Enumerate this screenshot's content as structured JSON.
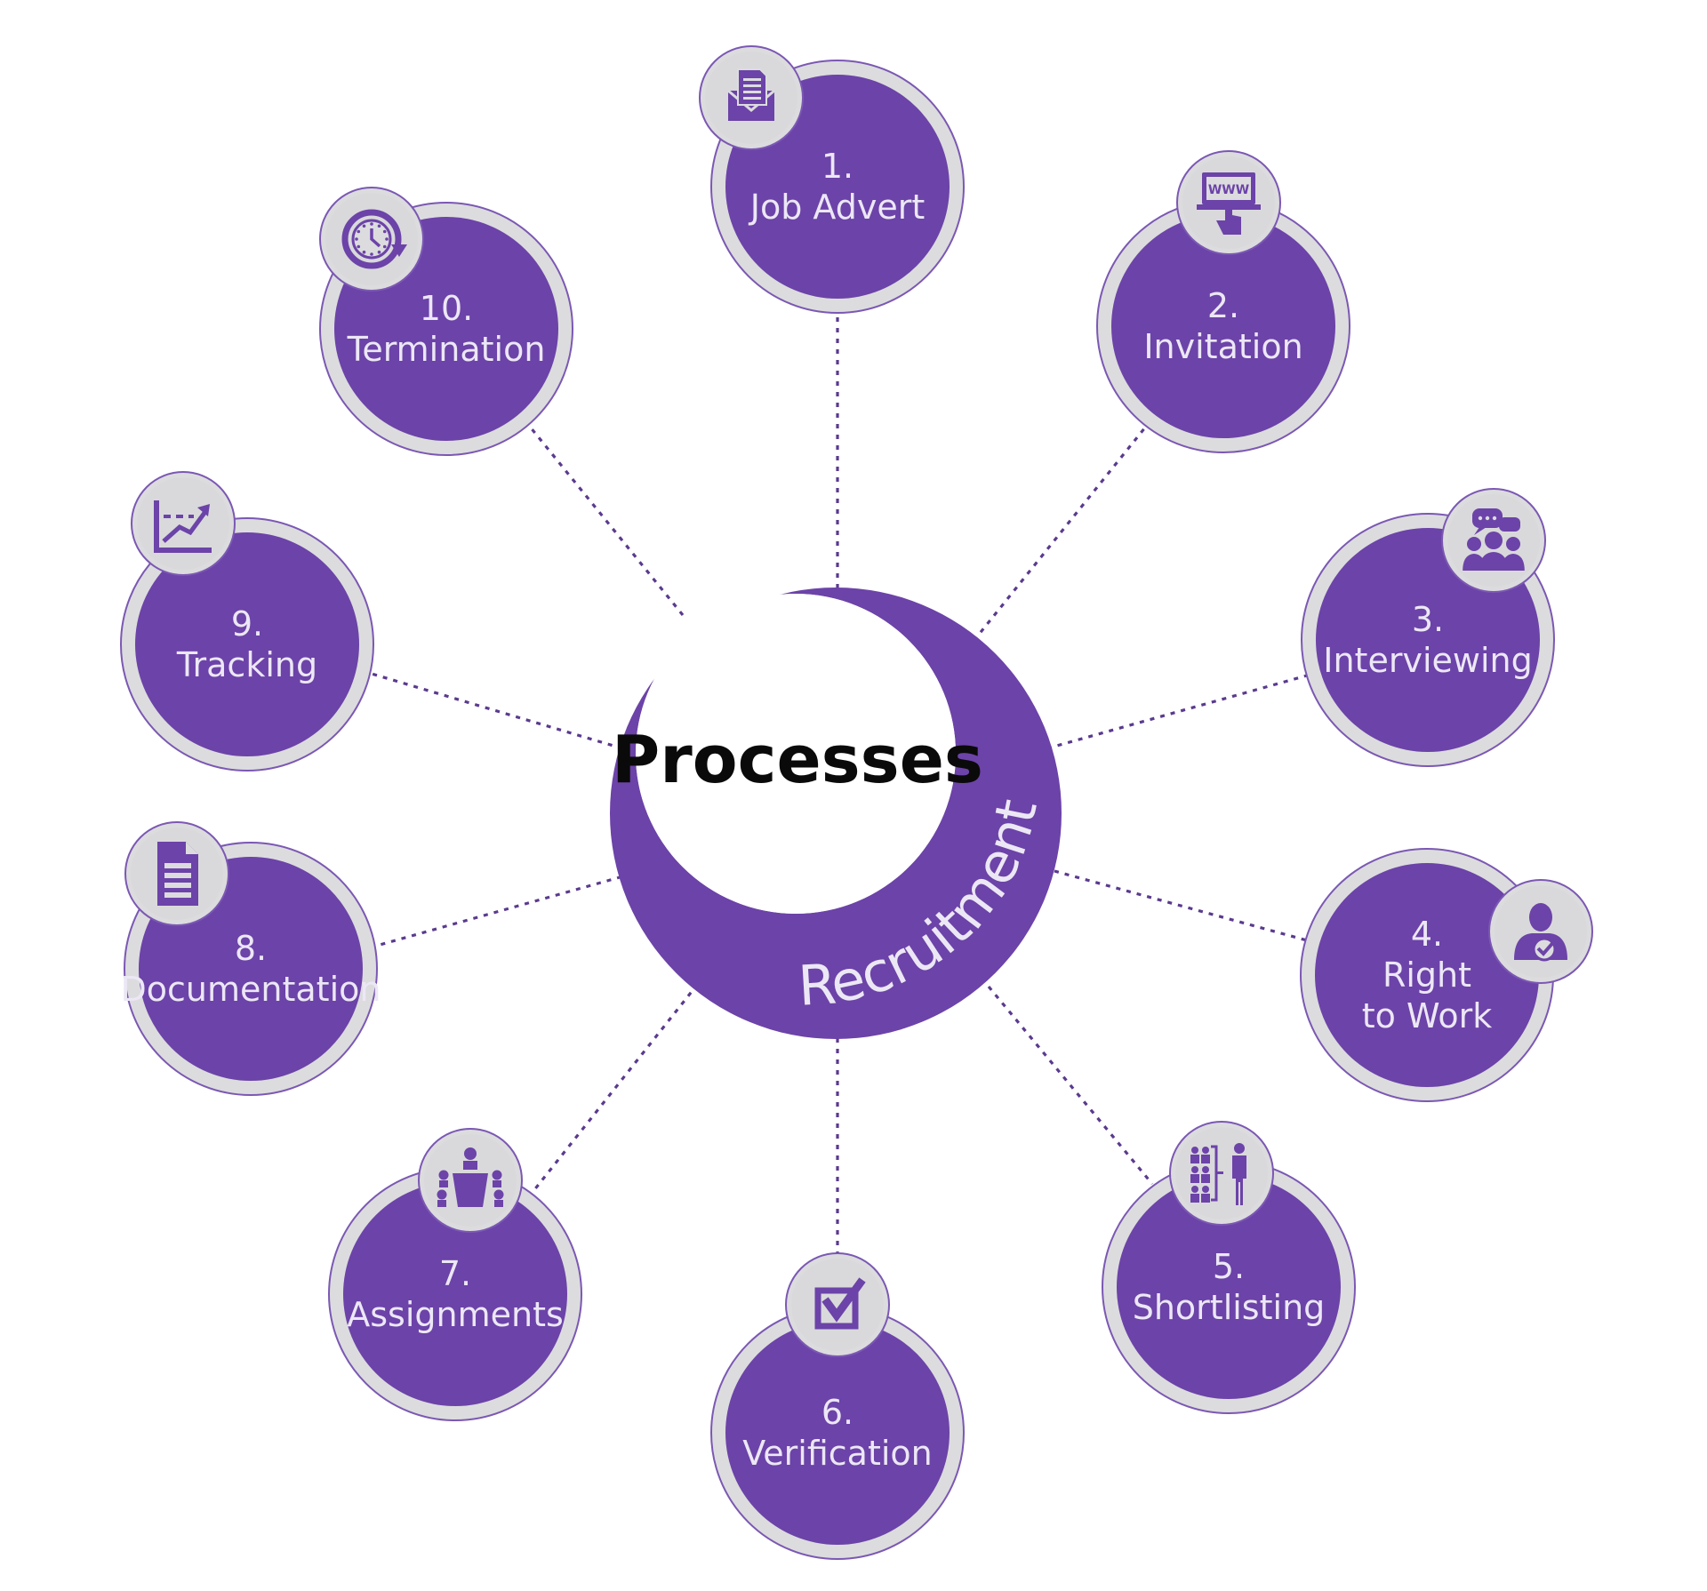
{
  "colors": {
    "purple": "#6c43a8",
    "ring_gray": "#dcdcde",
    "ring_edge": "#7b58b3",
    "label_light": "#ece7f5",
    "connector": "#5a3a8e"
  },
  "center": {
    "title": "Processes",
    "ring_label": "Recruitment"
  },
  "steps": [
    {
      "id": "job-advert",
      "lines": [
        "1.",
        "Job Advert"
      ],
      "icon": "envelope-document-icon"
    },
    {
      "id": "invitation",
      "lines": [
        "2.",
        "Invitation"
      ],
      "icon": "www-click-icon"
    },
    {
      "id": "interviewing",
      "lines": [
        "3.",
        "Interviewing"
      ],
      "icon": "group-chat-icon"
    },
    {
      "id": "right-to-work",
      "lines": [
        "4.",
        "Right",
        "to Work"
      ],
      "icon": "person-check-icon"
    },
    {
      "id": "shortlisting",
      "lines": [
        "5.",
        "Shortlisting"
      ],
      "icon": "candidates-select-icon"
    },
    {
      "id": "verification",
      "lines": [
        "6.",
        "Verification"
      ],
      "icon": "checkbox-icon"
    },
    {
      "id": "assignments",
      "lines": [
        "7.",
        "Assignments"
      ],
      "icon": "meeting-table-icon"
    },
    {
      "id": "documentation",
      "lines": [
        "8.",
        "Documentation"
      ],
      "icon": "document-icon"
    },
    {
      "id": "tracking",
      "lines": [
        "9.",
        "Tracking"
      ],
      "icon": "growth-chart-icon"
    },
    {
      "id": "termination",
      "lines": [
        "10.",
        "Termination"
      ],
      "icon": "clock-reset-icon"
    }
  ]
}
